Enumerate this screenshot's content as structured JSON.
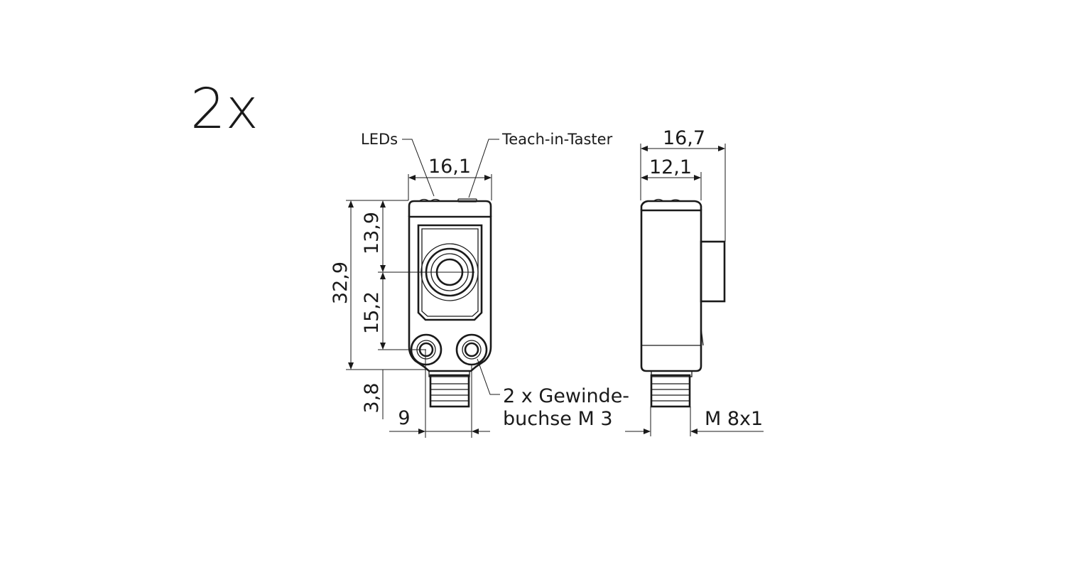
{
  "quantity": "2x",
  "labels": {
    "leds": "LEDs",
    "teach": "Teach-in-Taster",
    "thread_line1": "2 x Gewinde-",
    "thread_line2": "buchse M 3"
  },
  "dimensions": {
    "front_width": "16,1",
    "total_height": "32,9",
    "upper_height": "13,9",
    "lower_height": "15,2",
    "connector_height": "3,8",
    "hole_spacing": "9",
    "side_total_depth": "16,7",
    "side_body_depth": "12,1",
    "connector_thread": "M 8x1"
  }
}
